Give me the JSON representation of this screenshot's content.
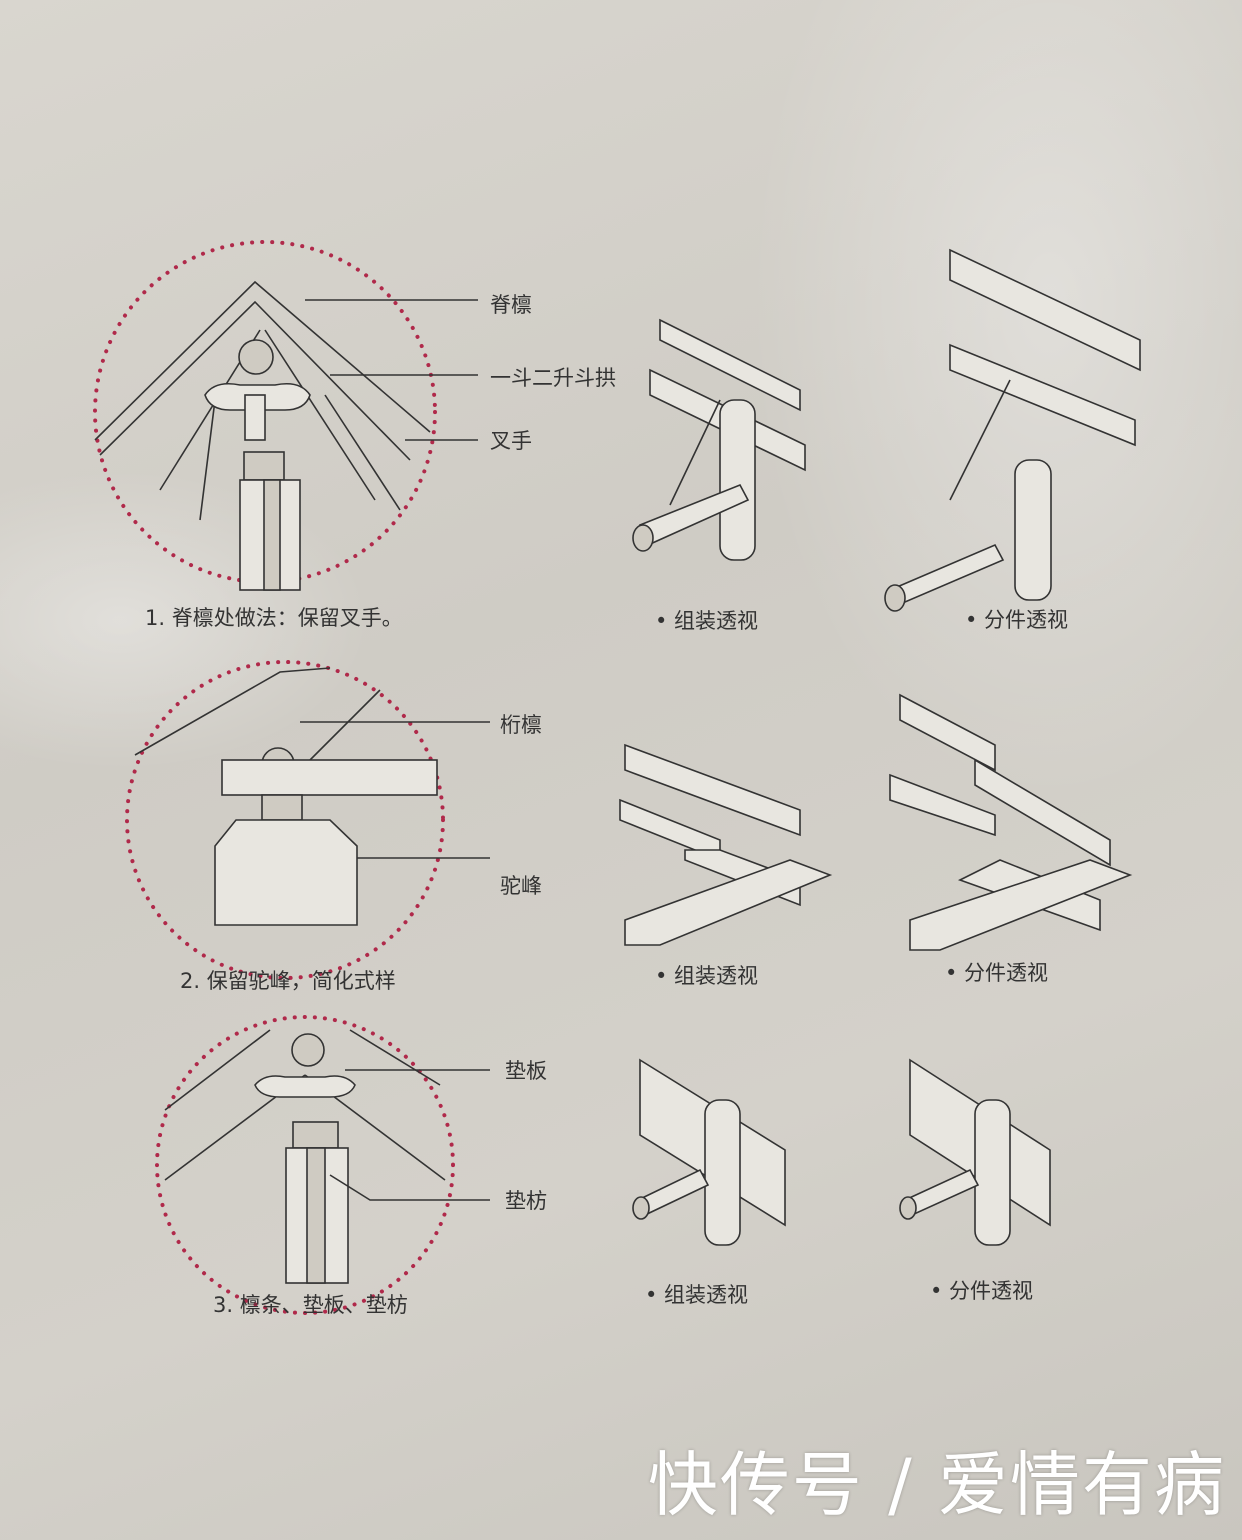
{
  "row1": {
    "labels": [
      "脊檩",
      "一斗二升斗拱",
      "叉手"
    ],
    "caption": "1. 脊檩处做法：保留叉手。",
    "assembled": "• 组装透视",
    "exploded": "• 分件透视"
  },
  "row2": {
    "labels": [
      "桁檩",
      "驼峰"
    ],
    "caption": "2. 保留驼峰，简化式样",
    "assembled": "• 组装透视",
    "exploded": "• 分件透视"
  },
  "row3": {
    "labels": [
      "垫板",
      "垫枋"
    ],
    "caption": "3. 檩条、垫板、垫枋",
    "assembled": "• 组装透视",
    "exploded": "• 分件透视"
  },
  "colors": {
    "circle_dots": "#b0294a",
    "background": "#d6d3cc"
  },
  "watermark": "快传号 / 爱情有病"
}
